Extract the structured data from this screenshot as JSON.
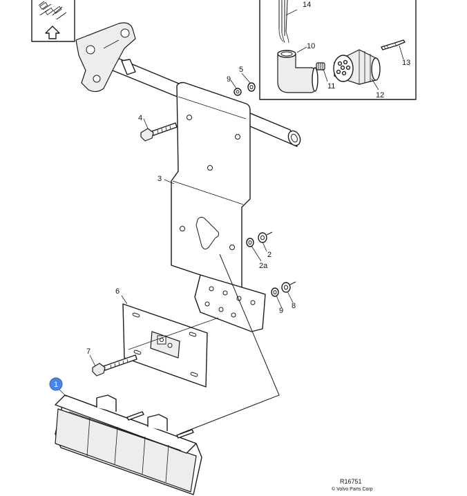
{
  "callouts": {
    "c1": "1",
    "c2": "2",
    "c2a": "2a",
    "c3": "3",
    "c4": "4",
    "c5": "5",
    "c6": "6",
    "c7": "7",
    "c8": "8",
    "c9a": "9",
    "c9b": "9",
    "c10": "10",
    "c11": "11",
    "c12": "12",
    "c13": "13",
    "c14": "14"
  },
  "drawing_ref": "R16751",
  "copyright": "© Volvo Parts Corp",
  "colors": {
    "line": "#1a1a1a",
    "highlight_marker": "#4a86e8",
    "background": "#ffffff"
  },
  "icons": {
    "inset_arrow": "up-arrow-outline"
  }
}
